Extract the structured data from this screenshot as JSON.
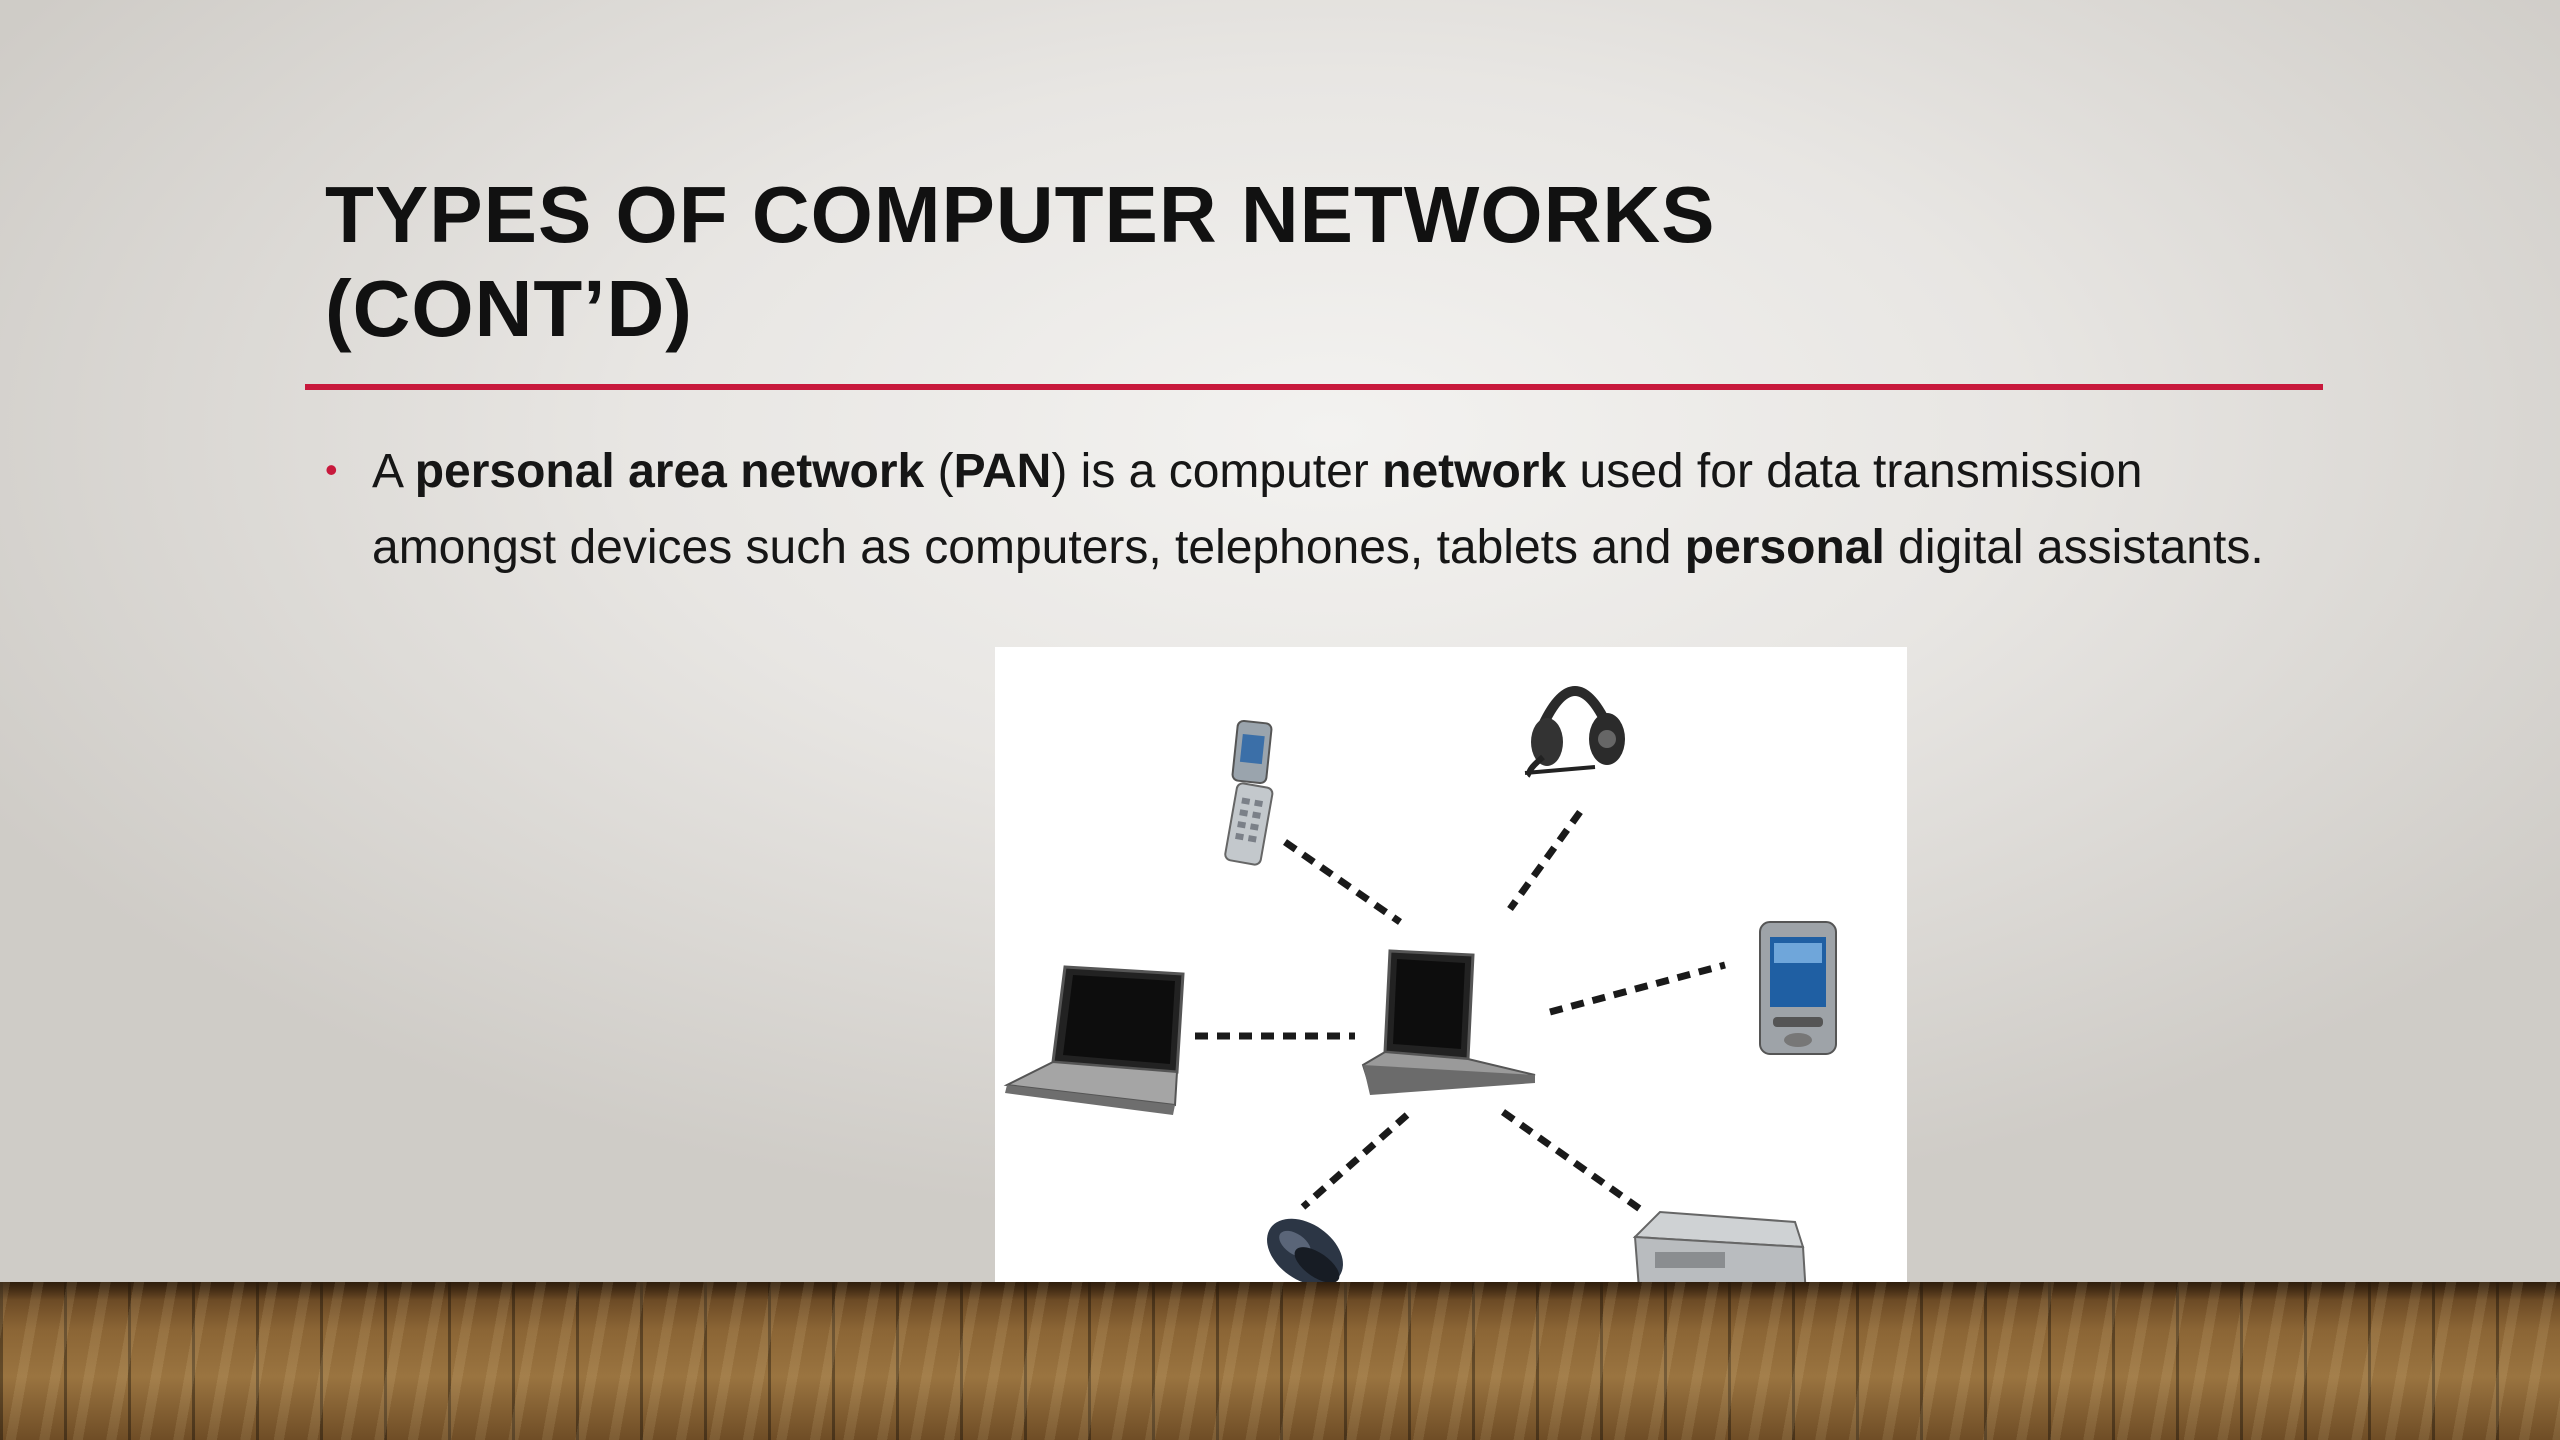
{
  "slide": {
    "title_line1": "TYPES OF COMPUTER NETWORKS",
    "title_line2": "(CONT’D)",
    "bullet": {
      "marker": "•",
      "segments": [
        {
          "text": "A ",
          "bold": false
        },
        {
          "text": "personal area network",
          "bold": true
        },
        {
          "text": " (",
          "bold": false
        },
        {
          "text": "PAN",
          "bold": true
        },
        {
          "text": ") is a computer ",
          "bold": false
        },
        {
          "text": "network",
          "bold": true
        },
        {
          "text": " used for data transmission amongst devices such as computers, telephones, tablets and ",
          "bold": false
        },
        {
          "text": "personal",
          "bold": true
        },
        {
          "text": " digital assistants.",
          "bold": false
        }
      ]
    },
    "accent_color": "#c8193c"
  },
  "diagram": {
    "hub": "laptop-icon",
    "devices": [
      "flip-phone-icon",
      "headset-icon",
      "pda-icon",
      "laptop-icon",
      "mouse-icon",
      "printer-icon"
    ]
  }
}
